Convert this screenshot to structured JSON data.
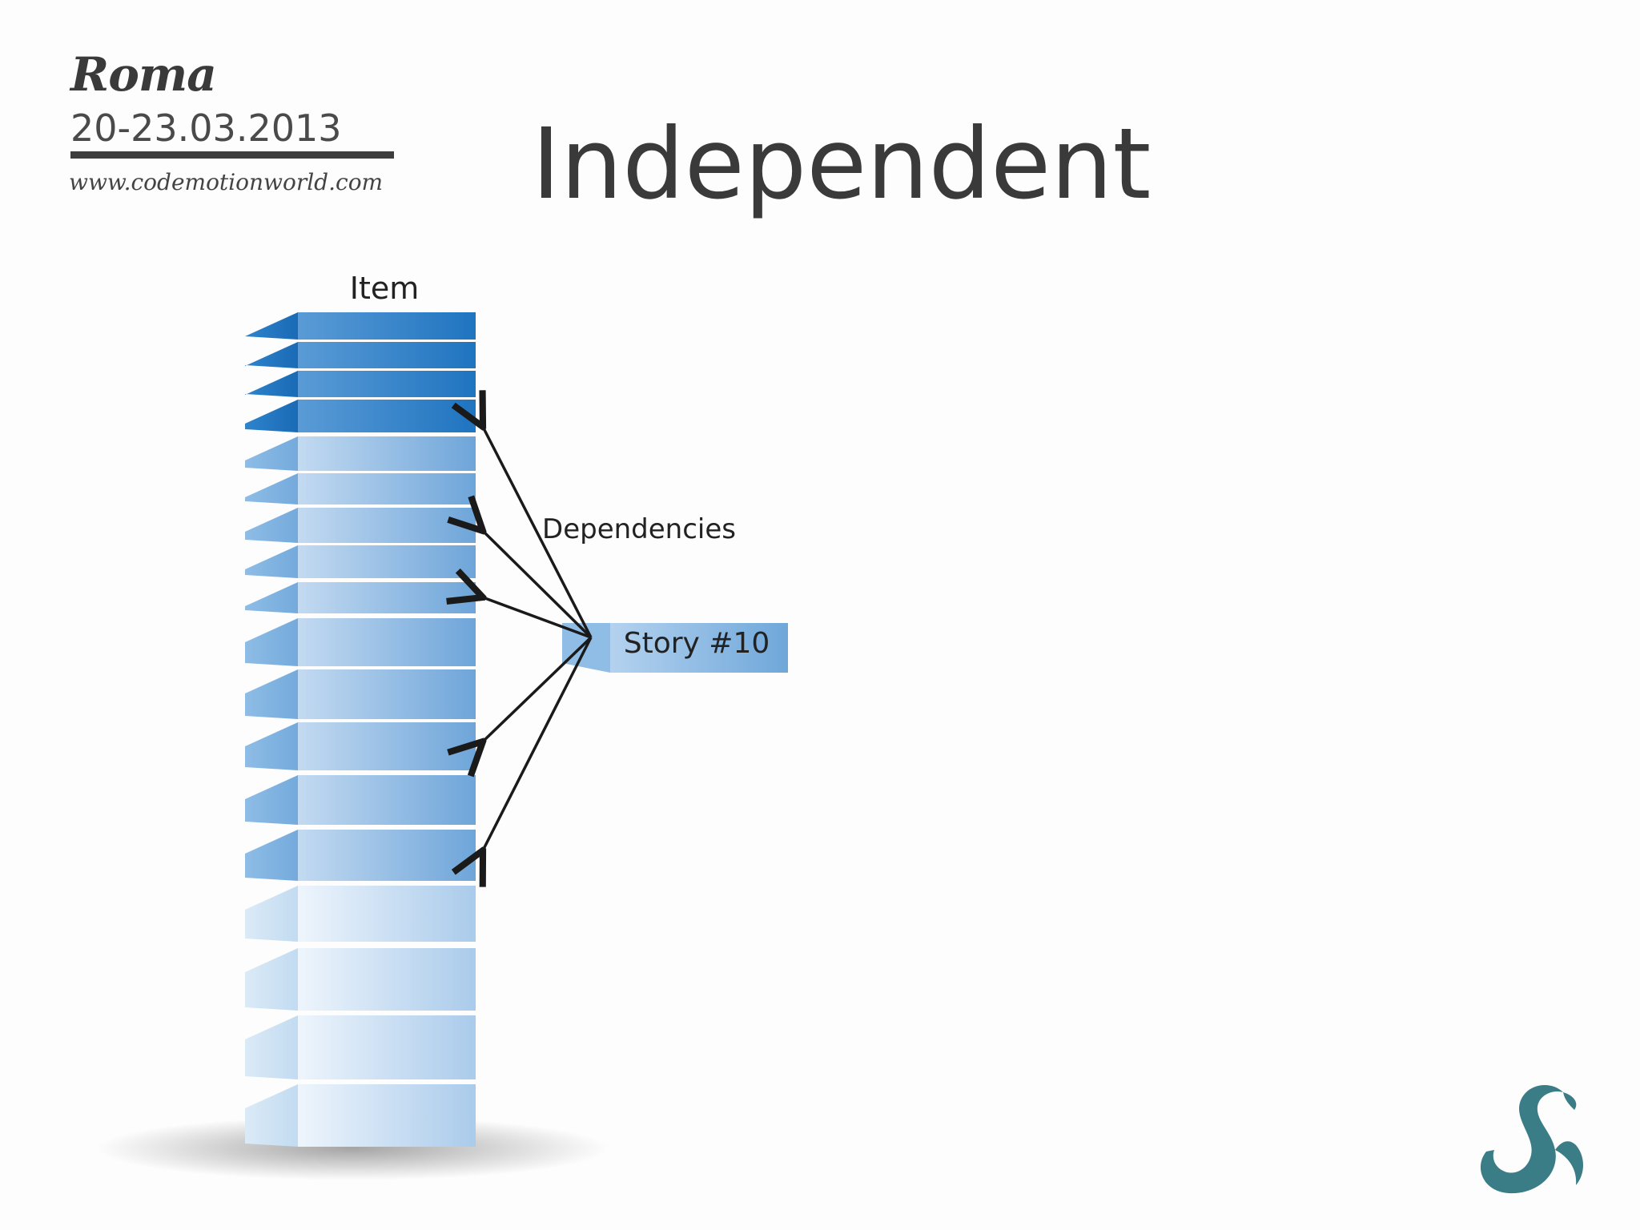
{
  "header": {
    "city": "Roma",
    "dates": "20-23.03.2013",
    "url": "www.codemotionworld.com"
  },
  "title": "Independent",
  "diagram": {
    "stack_label": "Item",
    "arrow_label": "Dependencies",
    "story_label": "Story #10",
    "colors": {
      "dark_blue": "#1f7cc6",
      "mid_blue": "#6aa3d6",
      "light_blue": "#c8dff2",
      "arrow": "#1a1a1a"
    }
  },
  "logo": {
    "icon": "teal-swirl-logo-icon",
    "color": "#3a7d86"
  }
}
